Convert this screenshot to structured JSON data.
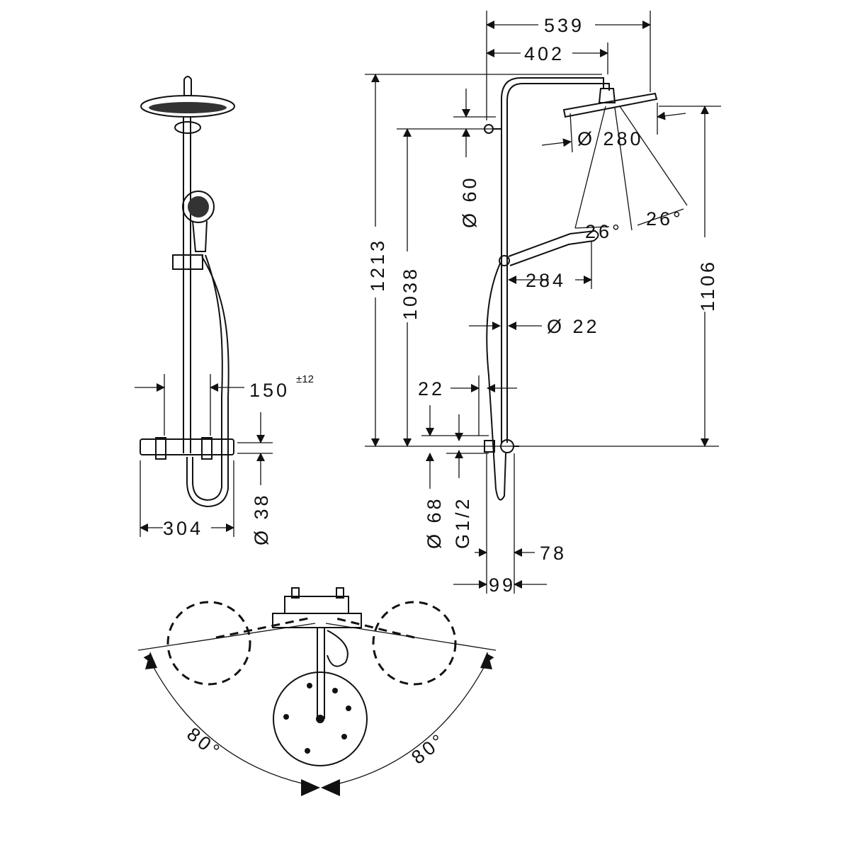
{
  "dimensions": {
    "width_total": "539",
    "arm_length": "402",
    "head_diameter": "Ø 280",
    "wall_bracket_diameter": "Ø 60",
    "height_total": "1213",
    "height_bracket": "1038",
    "height_head": "1106",
    "spray_angle_1": "26°",
    "spray_angle_2": "26°",
    "hand_shower_length": "284",
    "rail_diameter": "Ø 22",
    "rail_offset": "22",
    "rosette_diameter": "Ø 68",
    "connection_thread": "G1/2",
    "projection_78": "78",
    "projection_99": "99",
    "connection_spacing": "150",
    "connection_tolerance": "±12",
    "thermostat_diameter": "Ø 38",
    "thermostat_width": "304",
    "swivel_left": "80°",
    "swivel_right": "80°"
  }
}
